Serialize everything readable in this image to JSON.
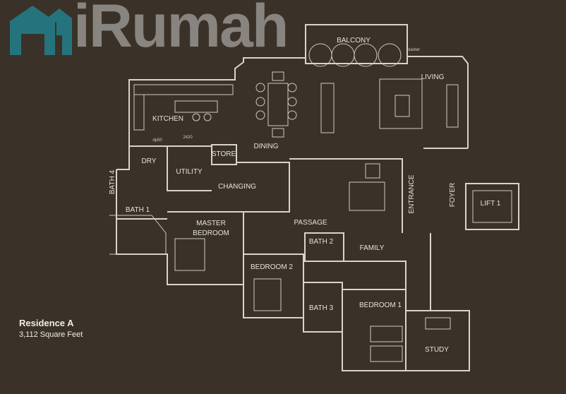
{
  "caption": {
    "title": "Residence A",
    "area": "3,112 Square Feet"
  },
  "rooms": {
    "balcony": "BALCONY",
    "planter": "planter",
    "living": "LIVING",
    "kitchen": "KITCHEN",
    "dining": "DINING",
    "dimension": "2420",
    "store": "STORE",
    "dry": "DRY",
    "utility": "UTILITY",
    "bath4": "BATH 4",
    "changing": "CHANGING",
    "bath1": "BATH 1",
    "entrance": "ENTRANCE",
    "foyer": "FOYER",
    "lift1": "LIFT 1",
    "master_line1": "MASTER",
    "master_line2": "BEDROOM",
    "passage": "PASSAGE",
    "bath2": "BATH 2",
    "family": "FAMILY",
    "bedroom2": "BEDROOM 2",
    "bath3": "BATH 3",
    "bedroom1": "BEDROOM 1",
    "study": "STUDY",
    "drain": "dp50"
  },
  "watermark": {
    "text": "iRumah",
    "color": "#1e8a9a"
  }
}
